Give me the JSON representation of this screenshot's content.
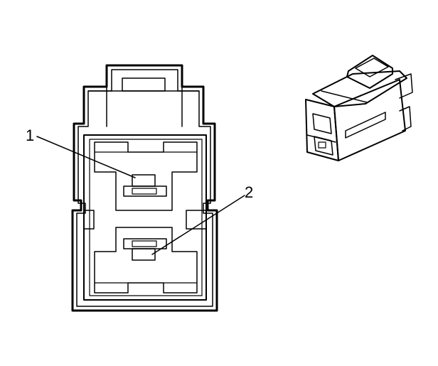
{
  "diagram": {
    "callouts": [
      {
        "id": "1",
        "label": "1"
      },
      {
        "id": "2",
        "label": "2"
      }
    ]
  },
  "colors": {
    "line": "#000000",
    "background": "#ffffff"
  },
  "icons": {
    "face_view": "connector-face-view-icon",
    "iso_view": "connector-isometric-view-icon"
  }
}
